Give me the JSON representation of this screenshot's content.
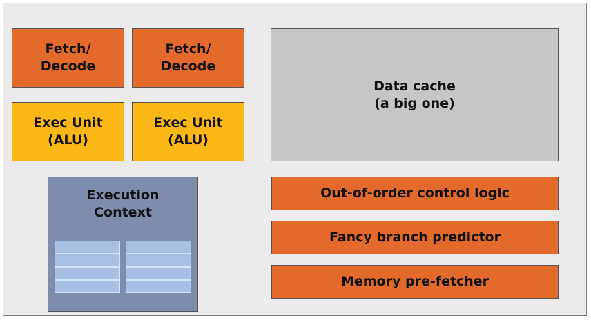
{
  "blocks": {
    "fetch_decode_1": "Fetch/\nDecode",
    "fetch_decode_2": "Fetch/\nDecode",
    "exec_unit_1": "Exec Unit\n(ALU)",
    "exec_unit_2": "Exec Unit\n(ALU)",
    "execution_context": "Execution\nContext",
    "data_cache": "Data cache\n(a big one)",
    "ooo_control": "Out-of-order control logic",
    "branch_predictor": "Fancy branch predictor",
    "prefetcher": "Memory pre-fetcher"
  },
  "colors": {
    "orange": "#e36a2a",
    "yellow": "#fbb715",
    "cache_gray": "#c6c6c6",
    "context_slate": "#7e8dab",
    "register_blue": "#a9bfe6",
    "background": "#ebebeb"
  }
}
